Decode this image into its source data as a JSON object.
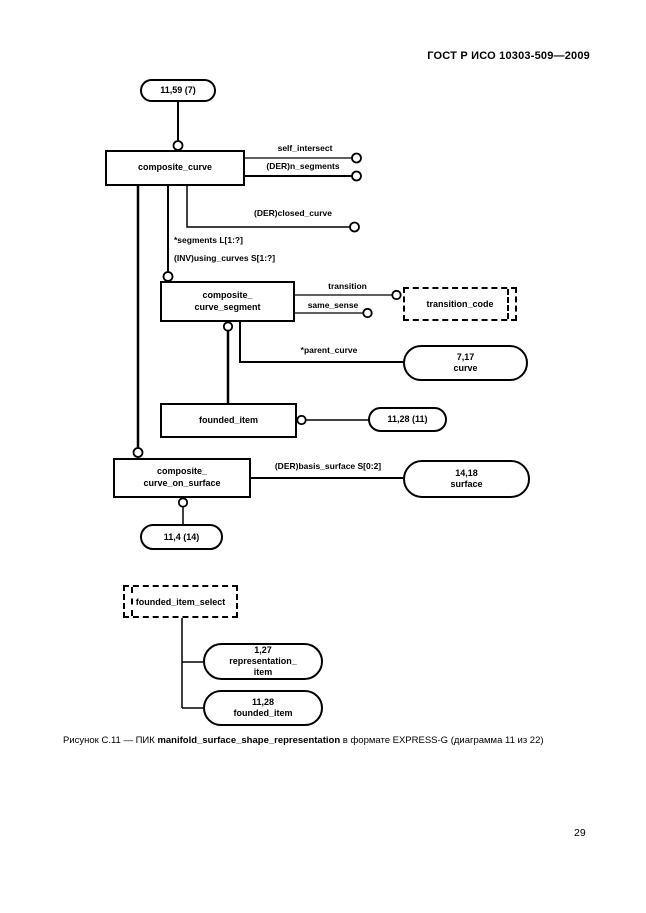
{
  "header": {
    "title": "ГОСТ Р ИСО 10303-509—2009"
  },
  "diagram": {
    "entities": {
      "composite_curve": "composite_curve",
      "composite_curve_segment": {
        "line1": "composite_",
        "line2": "curve_segment"
      },
      "founded_item": "founded_item",
      "composite_curve_on_surface": {
        "line1": "composite_",
        "line2": "curve_on_surface"
      }
    },
    "types": {
      "transition_code": "transition_code",
      "founded_item_select": "founded_item_select"
    },
    "page_refs": {
      "ref_top": "11,59 (7)",
      "ref_curve": {
        "line1": "7,17",
        "line2": "curve"
      },
      "ref_founded": "11,28 (11)",
      "ref_surface": {
        "line1": "14,18",
        "line2": "surface"
      },
      "ref_on_surface": "11,4 (14)",
      "ref_representation_item": {
        "line1": "1,27",
        "line2": "representation_",
        "line3": "item"
      },
      "ref_founded_item": {
        "line1": "11,28",
        "line2": "founded_item"
      }
    },
    "attributes": {
      "self_intersect": "self_intersect",
      "n_segments": "(DER)n_segments",
      "closed_curve": "(DER)closed_curve",
      "segments": "*segments L[1:?]",
      "using_curves": "(INV)using_curves S[1:?]",
      "transition": "transition",
      "same_sense": "same_sense",
      "parent_curve": "*parent_curve",
      "basis_surface": "(DER)basis_surface S[0:2]"
    }
  },
  "caption": {
    "prefix": "Рисунок С.11 — ПИК ",
    "bold": "manifold_surface_shape_representation",
    "suffix": " в формате EXPRESS-G (диаграмма 11 из 22)"
  },
  "footer": {
    "page_number": "29"
  }
}
